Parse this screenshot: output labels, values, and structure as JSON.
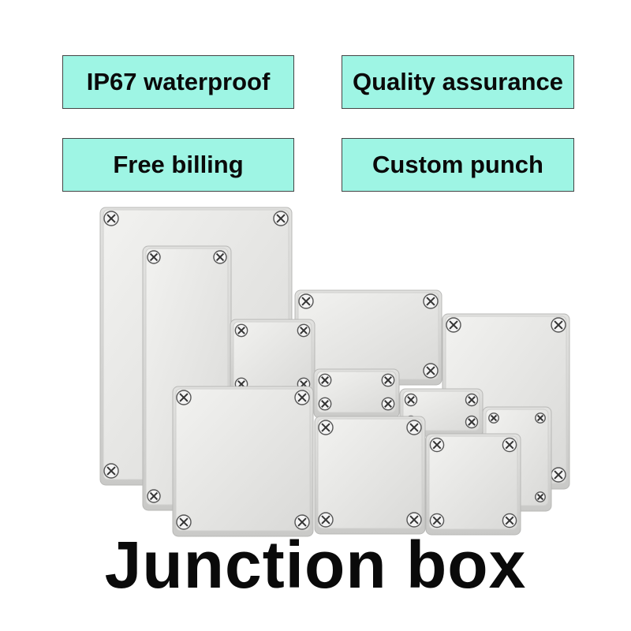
{
  "colors": {
    "badge_background": "#9ef5e4",
    "badge_border": "#444444",
    "text": "#0a0a0a",
    "enclosure": "#e6e6e4"
  },
  "badges": [
    {
      "label": "IP67 waterproof"
    },
    {
      "label": "Quality assurance"
    },
    {
      "label": "Free billing"
    },
    {
      "label": "Custom punch"
    }
  ],
  "title": "Junction box"
}
